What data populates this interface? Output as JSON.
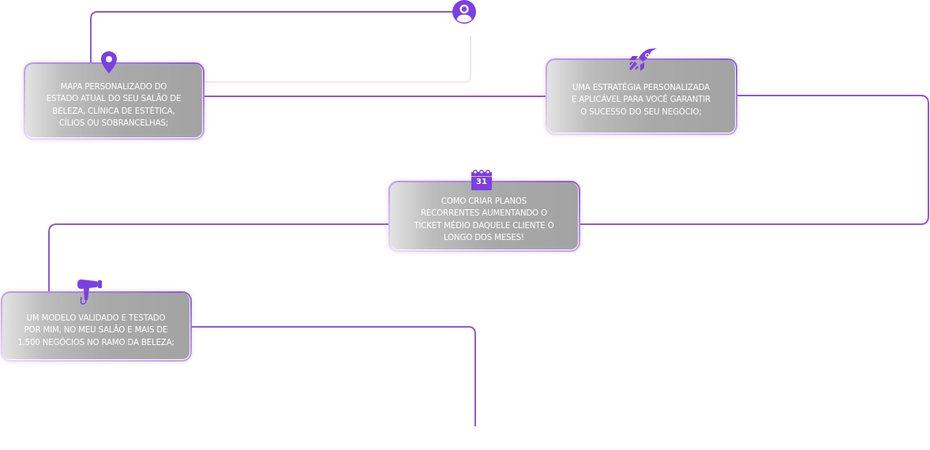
{
  "diagram": {
    "type": "flow-timeline",
    "accent_color": "#7b3fe4",
    "line_color": "#8a5ad8",
    "start_icon": "user-profile-icon",
    "steps": [
      {
        "id": 1,
        "icon": "map-pin-icon",
        "text": "MAPA PERSONALIZADO DO\nESTADO ATUAL DO SEU SALÃO DE\nBELEZA, CLÍNICA DE ESTÉTICA,\nCÍLIOS OU SOBRANCELHAS;"
      },
      {
        "id": 2,
        "icon": "rocket-icon",
        "text": "UMA ESTRATÉGIA PERSONALIZADA\nE APLICÁVEL PARA VOCÊ GARANTIR\nO SUCESSO DO SEU NEGÓCIO;"
      },
      {
        "id": 3,
        "icon": "calendar-icon",
        "icon_label": "31",
        "text": "COMO CRIAR PLANOS\nRECORRENTES AUMENTANDO O\nTICKET MÉDIO DAQUELE CLIENTE O\nLONGO DOS MESES!"
      },
      {
        "id": 4,
        "icon": "hair-dryer-icon",
        "text": "UM MODELO VALIDADO E TESTADO\nPOR MIM, NO MEU SALÃO E MAIS DE\n1.500 NEGÓCIOS NO RAMO DA BELEZA;"
      }
    ]
  }
}
